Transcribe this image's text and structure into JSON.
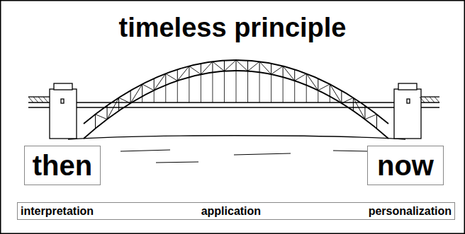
{
  "diagram": {
    "title": "timeless principle",
    "nodes": [
      {
        "text": [
          "then"
        ]
      },
      {
        "text": [
          "now"
        ]
      },
      {
        "text": [
          "interpretation",
          "application",
          "personalization"
        ]
      }
    ],
    "edges": []
  }
}
